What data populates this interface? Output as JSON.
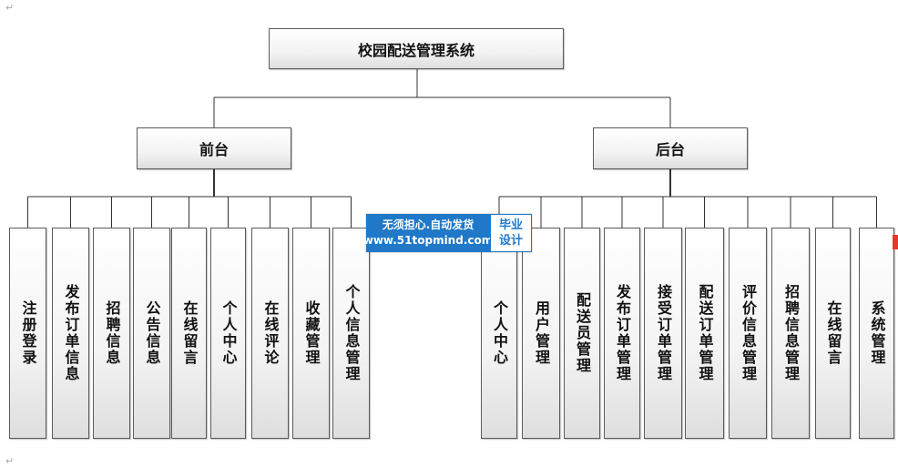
{
  "root": {
    "label": "校园配送管理系统"
  },
  "branches": [
    {
      "label": "前台",
      "children": [
        "注册登录",
        "发布订单信息",
        "招聘信息",
        "公告信息",
        "在线留言",
        "个人中心",
        "在线评论",
        "收藏管理",
        "个人信息管理"
      ]
    },
    {
      "label": "后台",
      "children": [
        "个人中心",
        "用户管理",
        "配送员管理",
        "发布订单管理",
        "接受订单管理",
        "配送订单管理",
        "评价信息管理",
        "招聘信息管理",
        "在线留言",
        "系统管理"
      ]
    }
  ],
  "watermark": {
    "line1": "无须担心.自动发货",
    "line2": "www.51topmind.com",
    "badge_line1": "毕业",
    "badge_line2": "设计"
  },
  "colors": {
    "watermark_blue": "#1f78c8",
    "edge_tab": "#e23a2a"
  }
}
